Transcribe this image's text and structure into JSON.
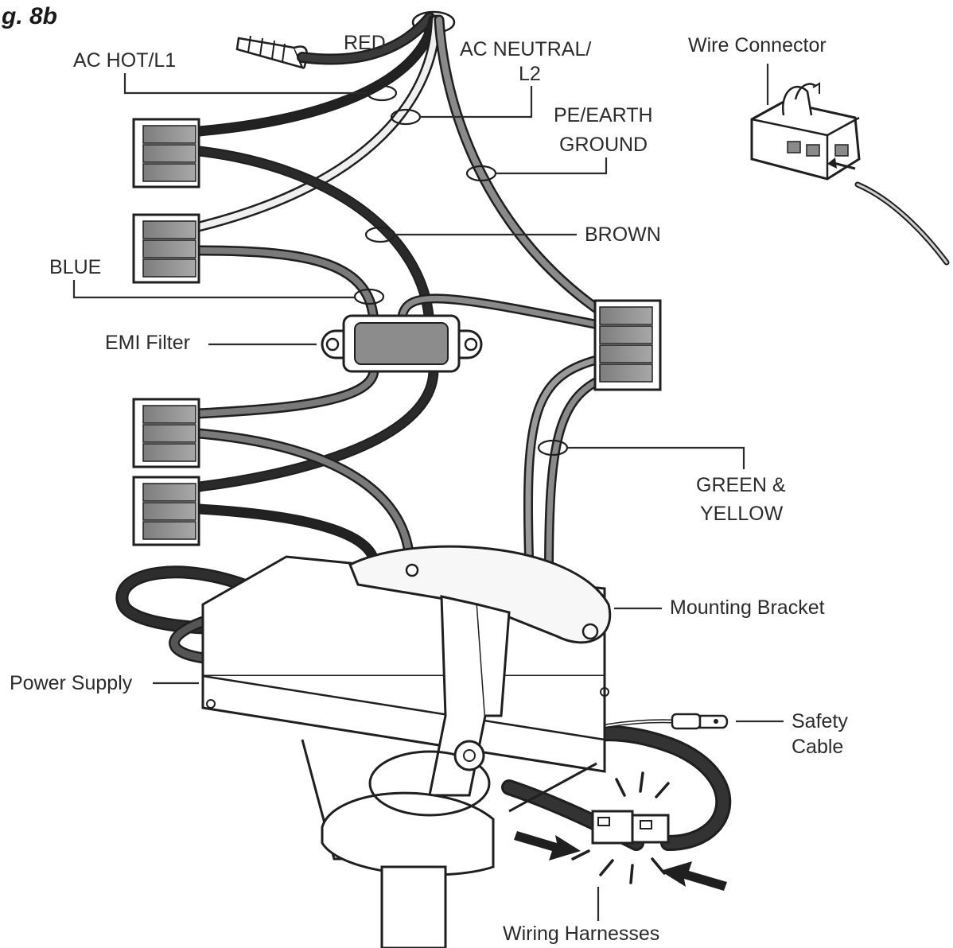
{
  "figure_label": "g. 8b",
  "labels": {
    "red": "RED",
    "ac_hot": "AC HOT/L1",
    "ac_neutral_1": "AC NEUTRAL/",
    "ac_neutral_2": "L2",
    "pe_earth_1": "PE/EARTH",
    "pe_earth_2": "GROUND",
    "brown": "BROWN",
    "blue": "BLUE",
    "emi_filter": "EMI Filter",
    "green_yellow_1": "GREEN &",
    "green_yellow_2": "YELLOW",
    "wire_connector": "Wire Connector",
    "mounting_bracket": "Mounting Bracket",
    "power_supply": "Power Supply",
    "safety_cable_1": "Safety",
    "safety_cable_2": "Cable",
    "wiring_harnesses": "Wiring Harnesses"
  },
  "colors": {
    "ink": "#1f1f1f",
    "black_wire": "#222222",
    "red_wire": "#3a3a3a",
    "white_wire": "#efefef",
    "grey_wire": "#8a8a8a",
    "dark_grey_wire": "#555555",
    "connector_fill": "#ffffff",
    "connector_lever": "#8f8f8f",
    "bracket_fill": "#f7f7f7"
  }
}
